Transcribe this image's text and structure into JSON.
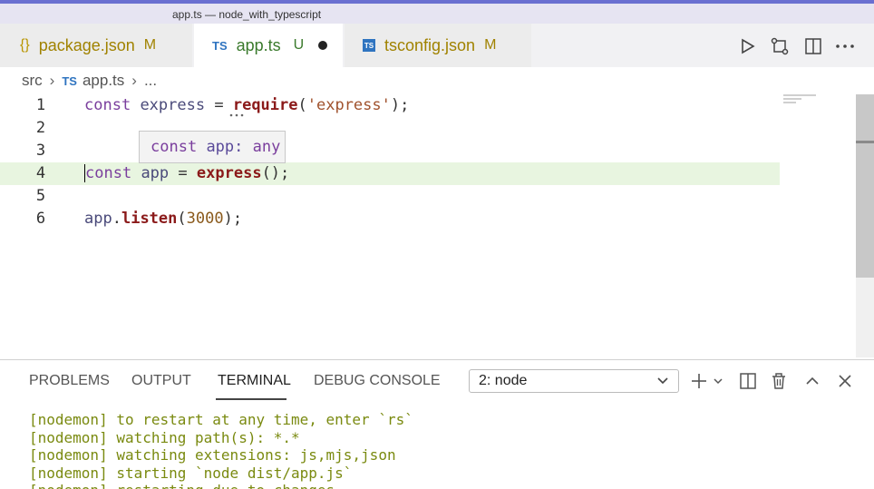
{
  "window": {
    "title": "app.ts — node_with_typescript"
  },
  "tabs": [
    {
      "icon": "{}",
      "label": "package.json",
      "badge": "M"
    },
    {
      "icon": "TS",
      "label": "app.ts",
      "badge": "U"
    },
    {
      "icon": "TS",
      "label": "tsconfig.json",
      "badge": "M"
    }
  ],
  "breadcrumb": {
    "folder": "src",
    "file_icon": "TS",
    "file": "app.ts",
    "more": "..."
  },
  "editor": {
    "line_numbers": [
      "1",
      "2",
      "3",
      "4",
      "5",
      "6"
    ],
    "lines": [
      {
        "kw": "const",
        "name": "express",
        "op": "=",
        "fn": "require",
        "open": "(",
        "str": "'express'",
        "close": ");"
      },
      {},
      {},
      {
        "kw": "const",
        "name": "app",
        "op": "=",
        "fn": "express",
        "rest": "();"
      },
      {},
      {
        "obj": "app",
        "dot": ".",
        "fn": "listen",
        "open": "(",
        "num": "3000",
        "close": ");"
      }
    ],
    "hover": {
      "kw": "const",
      "name": "app:",
      "type": "any"
    },
    "current_line": 4
  },
  "panel": {
    "tabs": [
      "PROBLEMS",
      "OUTPUT",
      "TERMINAL",
      "DEBUG CONSOLE"
    ],
    "active_tab": "TERMINAL",
    "terminal_select": "2: node",
    "terminal_lines": [
      "[nodemon] to restart at any time, enter `rs`",
      "[nodemon] watching path(s): *.*",
      "[nodemon] watching extensions: js,mjs,json",
      "[nodemon] starting `node dist/app.js`",
      "[nodemon] restarting due to changes..."
    ]
  },
  "colors": {
    "accent": "#6a6fd1",
    "current_line": "#e8f5e0",
    "terminal_text": "#7a8a10",
    "modified": "#a08200",
    "untracked": "#3a7a2c"
  }
}
